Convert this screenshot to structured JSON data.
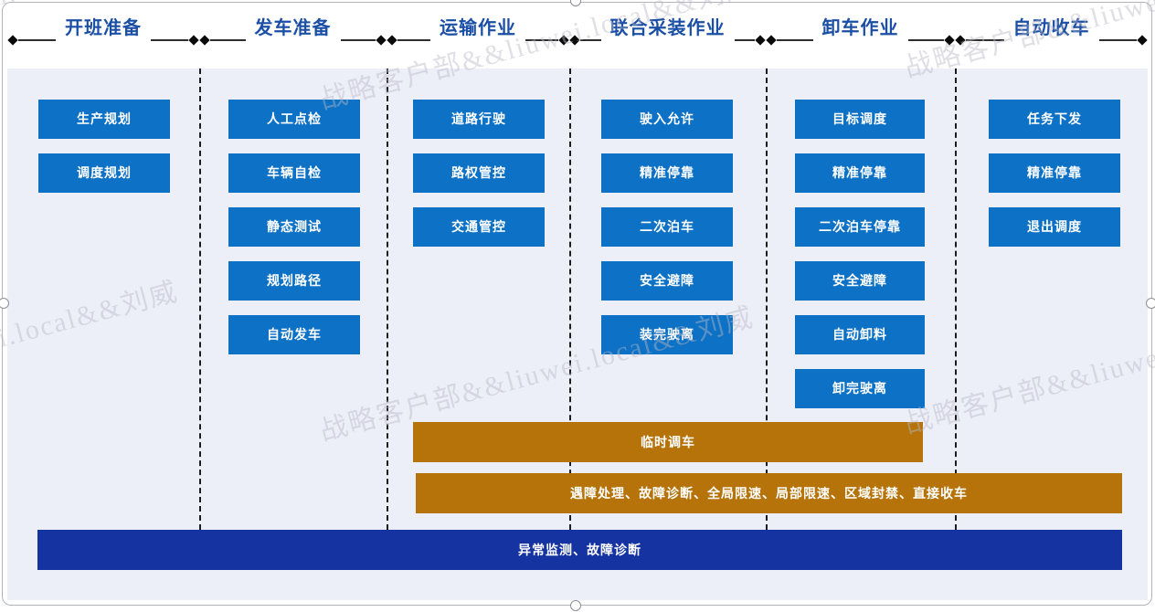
{
  "watermark": {
    "text": "战略客户部&&liuwei.local&&刘威"
  },
  "colors": {
    "task_box_blue": "#0d71c5",
    "overlay_amber": "#b5730a",
    "overlay_navy": "#1533a1",
    "phase_title_blue": "#1b4fa5",
    "panel_background": "#edeff8"
  },
  "phases": [
    {
      "label": "开班准备",
      "tasks": [
        "生产规划",
        "调度规划"
      ]
    },
    {
      "label": "发车准备",
      "tasks": [
        "人工点检",
        "车辆自检",
        "静态测试",
        "规划路径",
        "自动发车"
      ]
    },
    {
      "label": "运输作业",
      "tasks": [
        "道路行驶",
        "路权管控",
        "交通管控"
      ]
    },
    {
      "label": "联合采装作业",
      "tasks": [
        "驶入允许",
        "精准停靠",
        "二次泊车",
        "安全避障",
        "装完驶离"
      ]
    },
    {
      "label": "卸车作业",
      "tasks": [
        "目标调度",
        "精准停靠",
        "二次泊车停靠",
        "安全避障",
        "自动卸料",
        "卸完驶离"
      ]
    },
    {
      "label": "自动收车",
      "tasks": [
        "任务下发",
        "精准停靠",
        "退出调度"
      ]
    }
  ],
  "overlay_bars": [
    {
      "label": "临时调车",
      "color": "#b5730a"
    },
    {
      "label": "遇障处理、故障诊断、全局限速、局部限速、区域封禁、直接收车",
      "color": "#b5730a"
    },
    {
      "label": "异常监测、故障诊断",
      "color": "#1533a1"
    }
  ]
}
